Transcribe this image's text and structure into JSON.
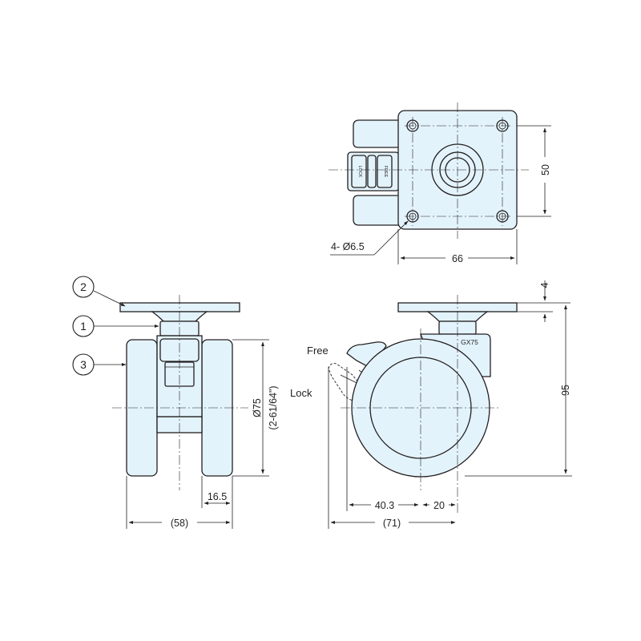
{
  "colors": {
    "part_fill": "#e3f3fb",
    "line": "#231f20",
    "background": "#ffffff"
  },
  "top_view": {
    "hole_callout": "4- Ø6.5",
    "dim_width": "66",
    "dim_hole_pitch": "50",
    "pedal_label_lock": "LOCK",
    "pedal_label_free": "FREE"
  },
  "front_view": {
    "callouts": [
      "2",
      "1",
      "3"
    ],
    "dim_wheel_diameter": "Ø75",
    "dim_wheel_diameter_inch": "(2-61/64\")",
    "dim_wheel_width": "16.5",
    "dim_overall_width": "(58)"
  },
  "side_view": {
    "label_free": "Free",
    "label_lock": "Lock",
    "model_label": "GX75",
    "dim_plate_thickness": "4",
    "dim_height": "95",
    "dim_offset_left": "40.3",
    "dim_offset_right": "20",
    "dim_overall_length": "(71)"
  }
}
